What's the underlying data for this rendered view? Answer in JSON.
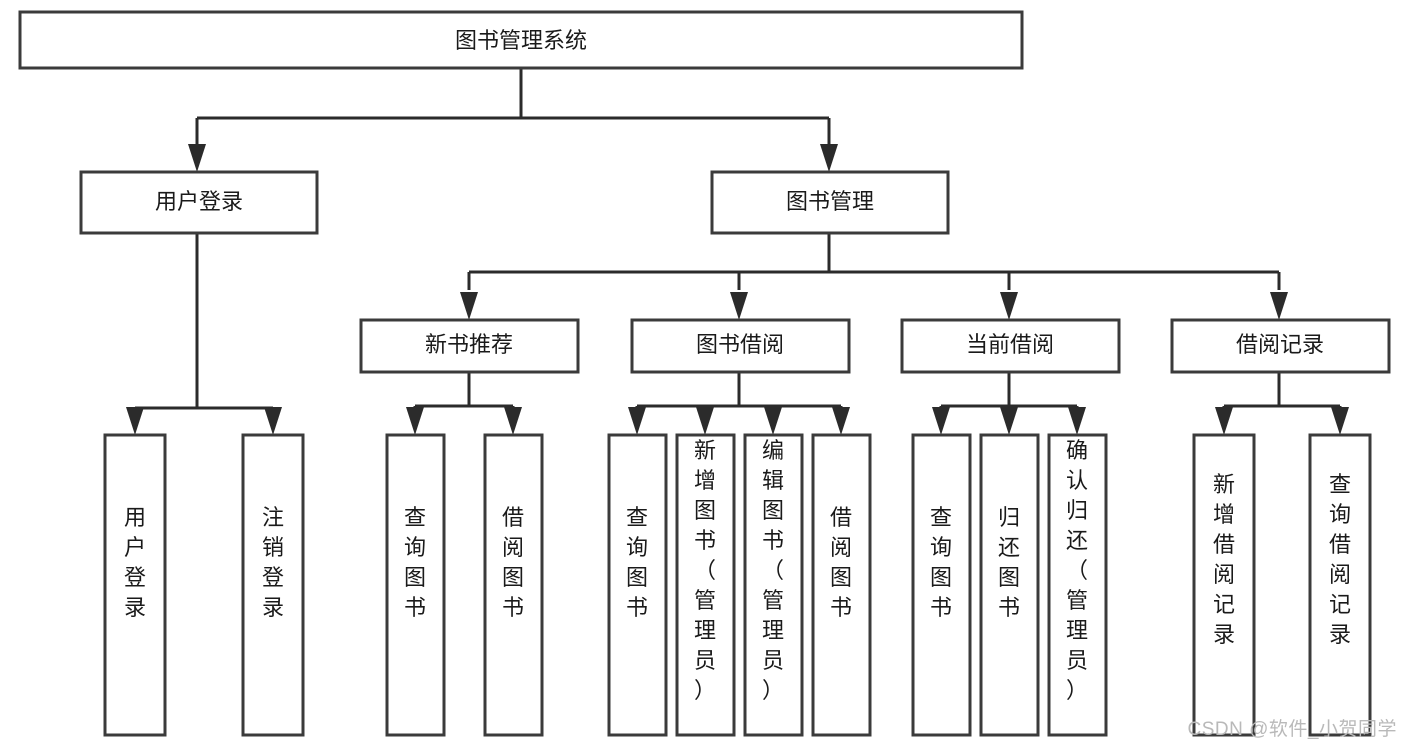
{
  "diagram": {
    "type": "tree",
    "title": "图书管理系统",
    "watermark": "CSDN @软件_小贺同学",
    "nodes": {
      "root": {
        "label": "图书管理系统",
        "level": 1
      },
      "l2_user_login": {
        "label": "用户登录",
        "level": 2
      },
      "l2_book_manage": {
        "label": "图书管理",
        "level": 2
      },
      "l3_new_book": {
        "label": "新书推荐",
        "level": 3
      },
      "l3_borrow": {
        "label": "图书借阅",
        "level": 3
      },
      "l3_current": {
        "label": "当前借阅",
        "level": 3
      },
      "l3_record": {
        "label": "借阅记录",
        "level": 3
      },
      "leaf_user_login": {
        "label": "用户登录",
        "level": 4
      },
      "leaf_logout": {
        "label": "注销登录",
        "level": 4
      },
      "leaf_query_book_1": {
        "label": "查询图书",
        "level": 4
      },
      "leaf_borrow_book_1": {
        "label": "借阅图书",
        "level": 4
      },
      "leaf_query_book_2": {
        "label": "查询图书",
        "level": 4
      },
      "leaf_add_book": {
        "label": "新增图书（管理员）",
        "level": 4
      },
      "leaf_edit_book": {
        "label": "编辑图书（管理员）",
        "level": 4
      },
      "leaf_borrow_book_2": {
        "label": "借阅图书",
        "level": 4
      },
      "leaf_query_book_3": {
        "label": "查询图书",
        "level": 4
      },
      "leaf_return_book": {
        "label": "归还图书",
        "level": 4
      },
      "leaf_confirm_return": {
        "label": "确认归还（管理员）",
        "level": 4
      },
      "leaf_add_record": {
        "label": "新增借阅记录",
        "level": 4
      },
      "leaf_query_record": {
        "label": "查询借阅记录",
        "level": 4
      }
    },
    "edges": [
      {
        "from": "root",
        "to": "l2_user_login"
      },
      {
        "from": "root",
        "to": "l2_book_manage"
      },
      {
        "from": "l2_user_login",
        "to": "leaf_user_login"
      },
      {
        "from": "l2_user_login",
        "to": "leaf_logout"
      },
      {
        "from": "l2_book_manage",
        "to": "l3_new_book"
      },
      {
        "from": "l2_book_manage",
        "to": "l3_borrow"
      },
      {
        "from": "l2_book_manage",
        "to": "l3_current"
      },
      {
        "from": "l2_book_manage",
        "to": "l3_record"
      },
      {
        "from": "l3_new_book",
        "to": "leaf_query_book_1"
      },
      {
        "from": "l3_new_book",
        "to": "leaf_borrow_book_1"
      },
      {
        "from": "l3_borrow",
        "to": "leaf_query_book_2"
      },
      {
        "from": "l3_borrow",
        "to": "leaf_add_book"
      },
      {
        "from": "l3_borrow",
        "to": "leaf_edit_book"
      },
      {
        "from": "l3_borrow",
        "to": "leaf_borrow_book_2"
      },
      {
        "from": "l3_current",
        "to": "leaf_query_book_3"
      },
      {
        "from": "l3_current",
        "to": "leaf_return_book"
      },
      {
        "from": "l3_current",
        "to": "leaf_confirm_return"
      },
      {
        "from": "l3_record",
        "to": "leaf_add_record"
      },
      {
        "from": "l3_record",
        "to": "leaf_query_record"
      }
    ],
    "colors": {
      "box_stroke": "#3b3b3b",
      "box_fill": "#ffffff",
      "connector": "#2b2b2b",
      "text": "#1a1a1a",
      "background": "#ffffff",
      "watermark": "#b9b9b9"
    }
  }
}
